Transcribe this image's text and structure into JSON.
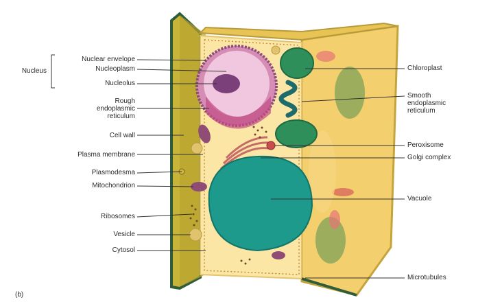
{
  "diagram": {
    "panel_letter": "(b)",
    "group_label": "Nucleus",
    "labels_left": {
      "nuclear_envelope": "Nuclear envelope",
      "nucleoplasm": "Nucleoplasm",
      "nucleolus": "Nucleolus",
      "rough_er_1": "Rough",
      "rough_er_2": "endoplasmic",
      "rough_er_3": "reticulum",
      "cell_wall": "Cell wall",
      "plasma_membrane": "Plasma membrane",
      "plasmodesma": "Plasmodesma",
      "mitochondrion": "Mitochondrion",
      "ribosomes": "Ribosomes",
      "vesicle": "Vesicle",
      "cytosol": "Cytosol"
    },
    "labels_right": {
      "chloroplast": "Chloroplast",
      "smooth_er_1": "Smooth",
      "smooth_er_2": "endoplasmic",
      "smooth_er_3": "reticulum",
      "peroxisome": "Peroxisome",
      "golgi": "Golgi complex",
      "vacuole": "Vacuole",
      "microtubules": "Microtubules"
    },
    "colors": {
      "cell_wall": "#c9b43a",
      "wall_edge": "#2f5d3a",
      "cytoplasm": "#fbe6a6",
      "nucleus": "#e9b7d6",
      "nucleolus": "#7b3f7a",
      "vacuole": "#1d9a8c",
      "chloroplast": "#2f8f5b",
      "golgi": "#c86a6a",
      "leader": "#333333"
    }
  }
}
